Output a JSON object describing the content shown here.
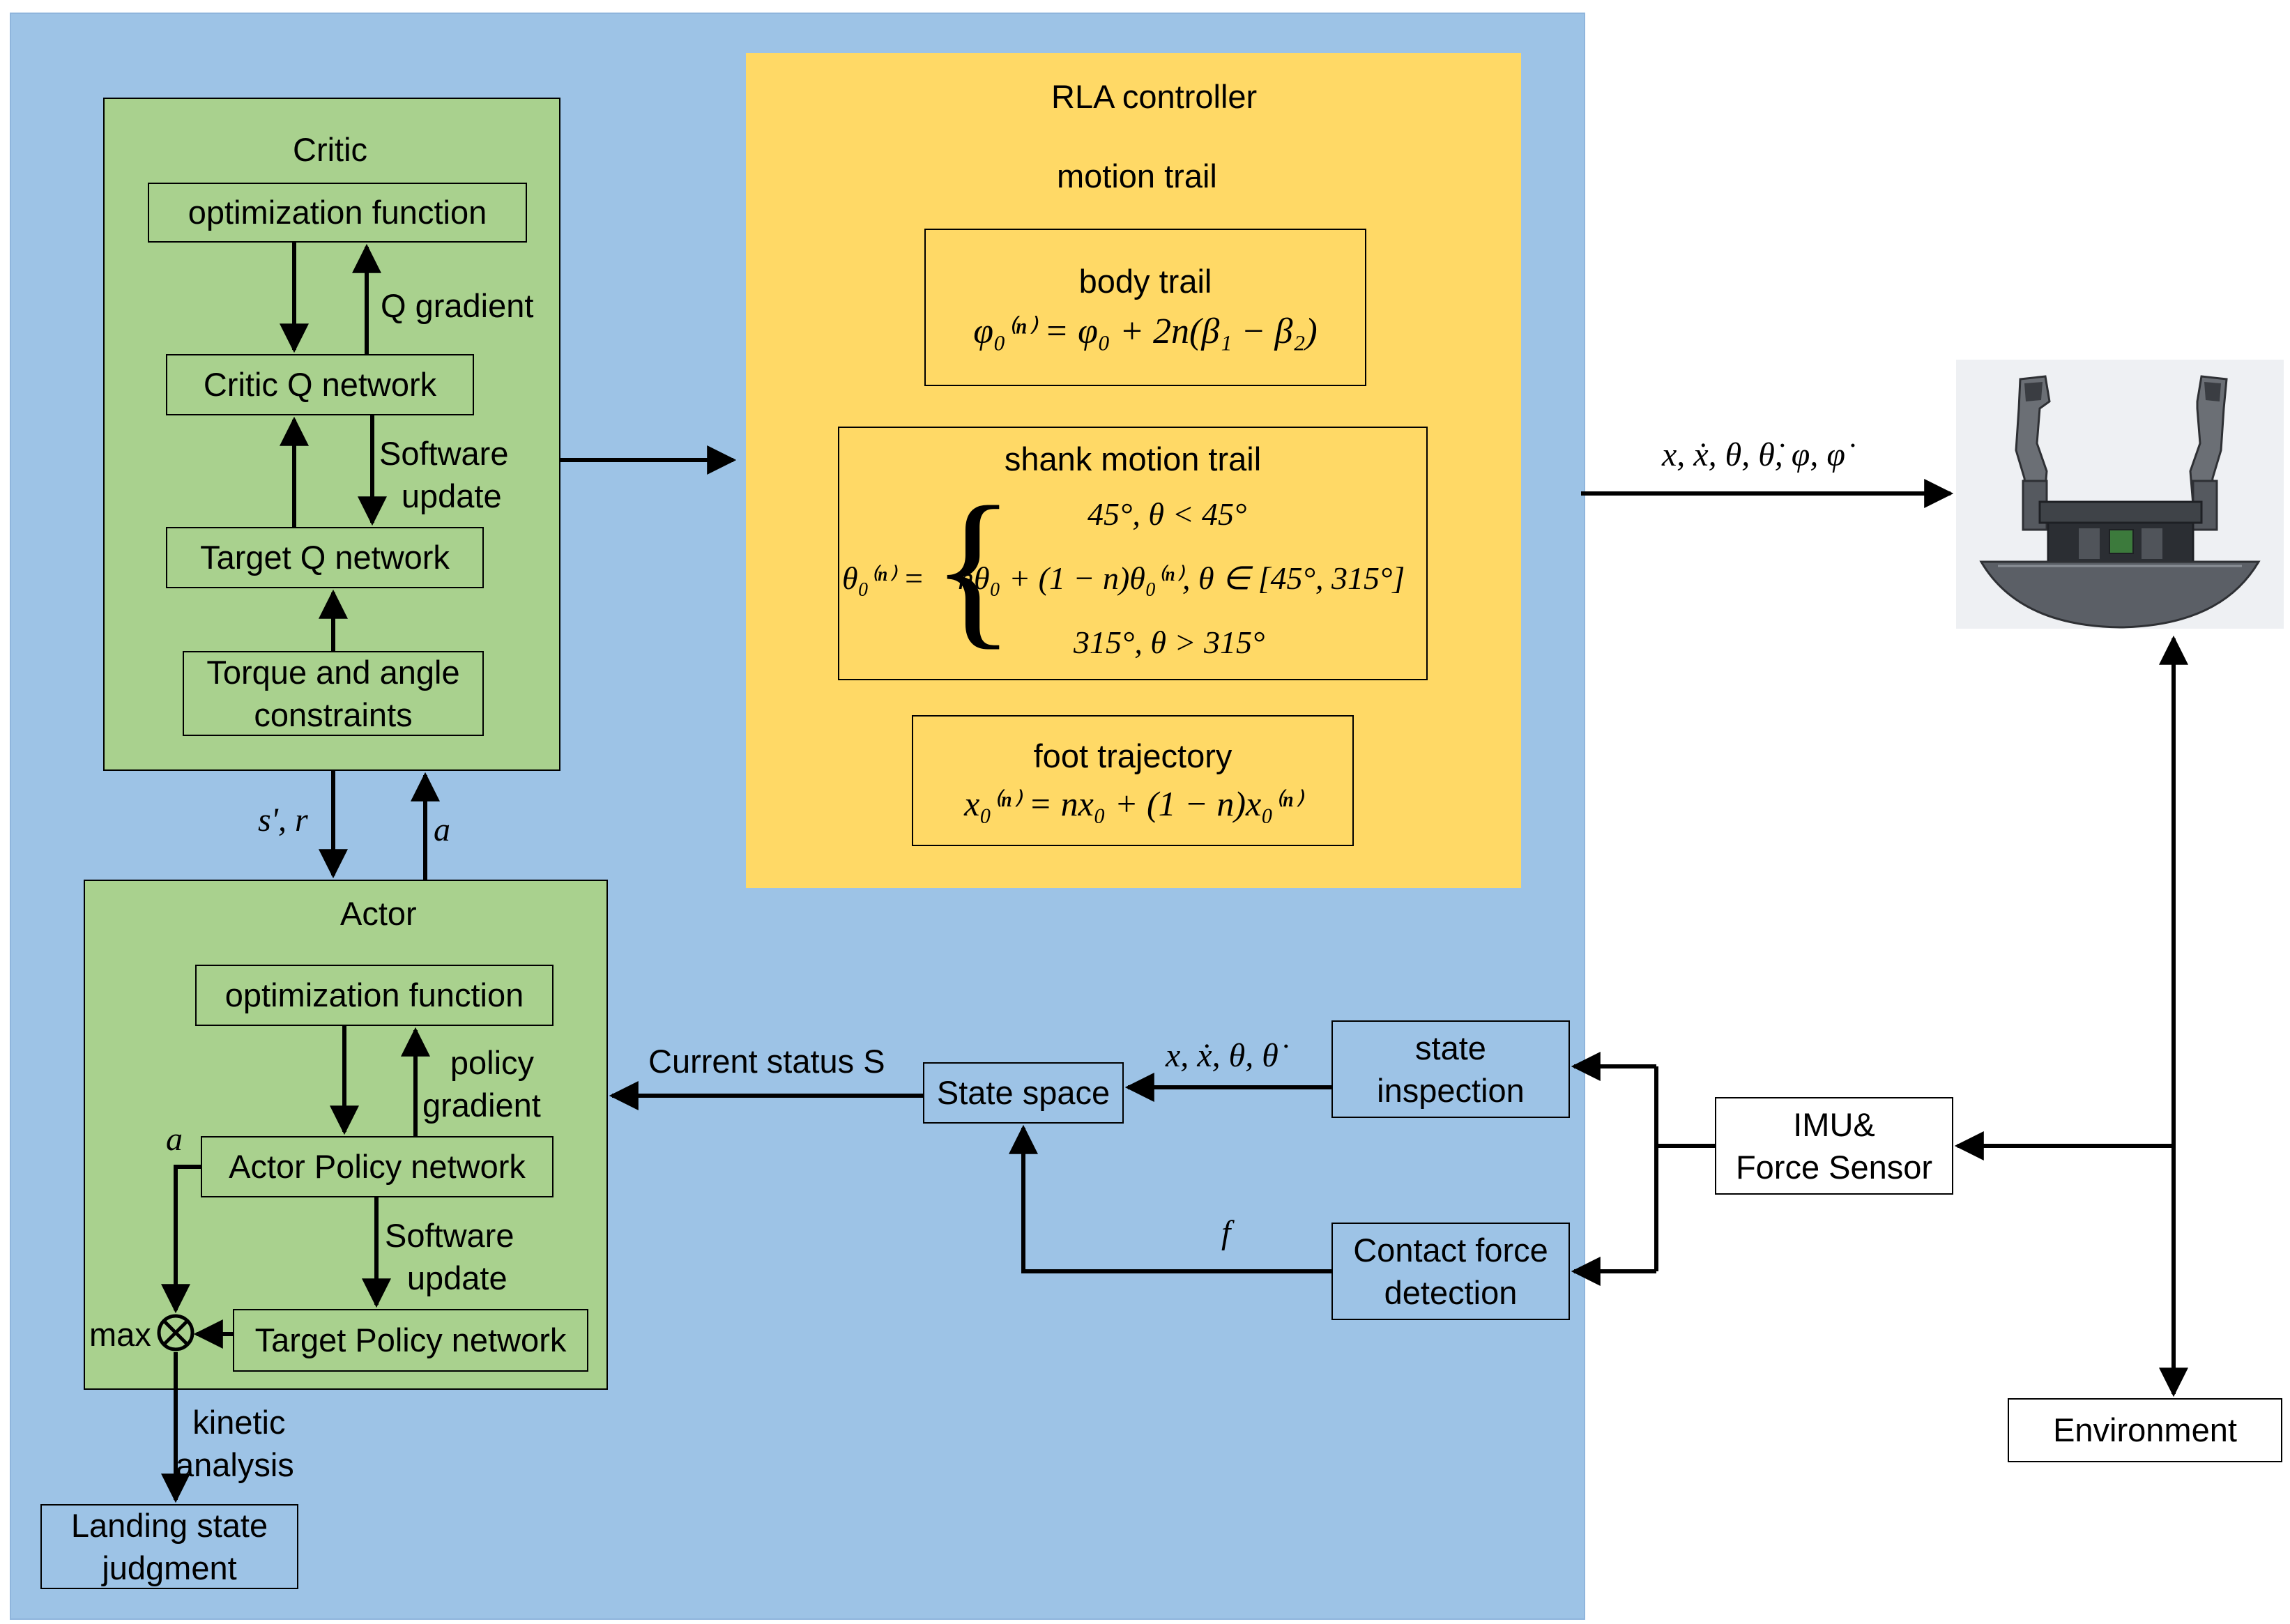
{
  "critic": {
    "title": "Critic",
    "optimization": "optimization function",
    "q_gradient": "Q gradient",
    "critic_q": "Critic Q network",
    "software_update_1": "Software",
    "software_update_2": "update",
    "target_q": "Target Q network",
    "constraints_1": "Torque and angle",
    "constraints_2": "constraints"
  },
  "actor": {
    "title": "Actor",
    "optimization": "optimization function",
    "policy_gradient_1": "policy",
    "policy_gradient_2": "gradient",
    "a_label": "a",
    "actor_policy": "Actor Policy network",
    "software_update_1": "Software",
    "software_update_2": "update",
    "max_label": "max",
    "target_policy": "Target Policy network"
  },
  "links": {
    "s_r": "s', r",
    "a": "a",
    "kinetic_1": "kinetic",
    "kinetic_2": "analysis",
    "current_status": "Current status S",
    "state_vars": "x, ẋ, θ, θ̇",
    "f": "f",
    "output_vars": "x, ẋ, θ, θ̇, φ, φ̇"
  },
  "landing": {
    "line1": "Landing state",
    "line2": "judgment"
  },
  "state_space": "State space",
  "state_inspection": {
    "line1": "state",
    "line2": "inspection"
  },
  "contact_force": {
    "line1": "Contact force",
    "line2": "detection"
  },
  "imu": {
    "line1": "IMU&",
    "line2": "Force Sensor"
  },
  "environment": "Environment",
  "rla": {
    "title": "RLA controller",
    "subtitle": "motion trail",
    "body_trail": "body trail",
    "body_eq": "φ₀⁽ⁿ⁾ = φ₀ + 2n(β₁ − β₂)",
    "shank_trail": "shank motion trail",
    "shank_lhs": "θ₀⁽ⁿ⁾ =",
    "shank_case1": "45°,   θ < 45°",
    "shank_case2": "nθ₀ + (1 − n)θ₀⁽ⁿ⁾, θ ∈ [45°, 315°]",
    "shank_case3": "315°,   θ > 315°",
    "foot_trajectory": "foot trajectory",
    "foot_eq": "x₀⁽ⁿ⁾ = nx₀ + (1 − n)x₀⁽ⁿ⁾"
  },
  "colors": {
    "system_bg": "#9dc3e6",
    "network_green": "#a9d18e",
    "controller_yellow": "#ffd966",
    "robot_bg": "#eef0f3"
  },
  "icons": {
    "combine": "circle-times-icon",
    "robot": "biped-robot-icon"
  }
}
